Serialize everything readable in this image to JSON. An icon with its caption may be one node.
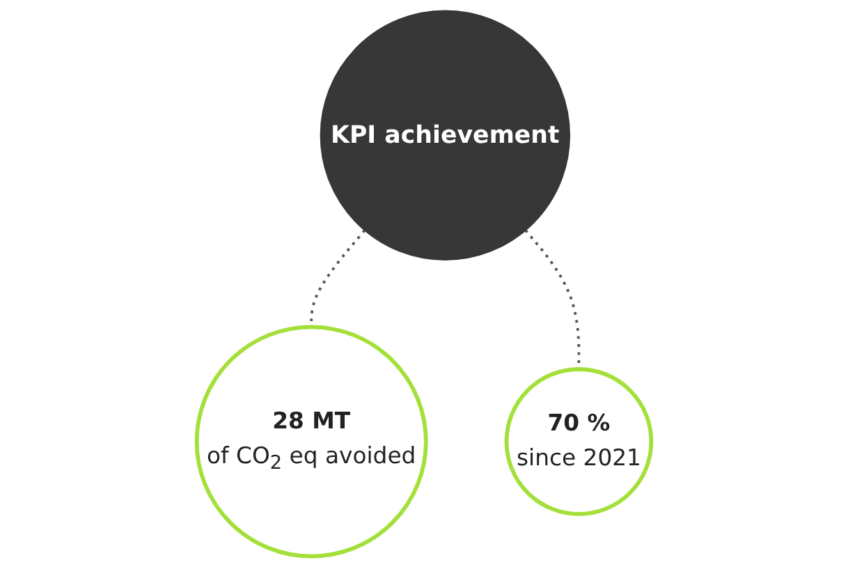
{
  "diagram": {
    "nodes": [
      {
        "text": [
          "KPI achievement"
        ]
      },
      {
        "text": [
          "28 MT",
          "of CO$_{2}$ eq avoided"
        ]
      },
      {
        "text": [
          "70 %",
          "since 2021"
        ]
      }
    ],
    "edges": [
      {
        "from": 0,
        "to": 1,
        "arrow": "none",
        "style": "dashed"
      },
      {
        "from": 0,
        "to": 2,
        "arrow": "none",
        "style": "dashed"
      }
    ]
  }
}
